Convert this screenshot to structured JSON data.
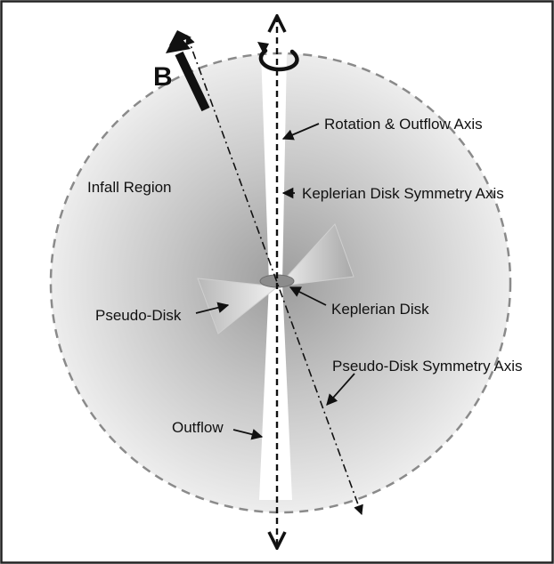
{
  "labels": {
    "b_field": "B",
    "infall_region": "Infall Region",
    "rotation_outflow_axis": "Rotation & Outflow Axis",
    "keplerian_symmetry_axis": "Keplerian Disk Symmetry Axis",
    "keplerian_disk": "Keplerian Disk",
    "pseudo_disk": "Pseudo-Disk",
    "pseudo_disk_symmetry_axis": "Pseudo-Disk Symmetry Axis",
    "outflow": "Outflow"
  },
  "colors": {
    "frame": "#222222",
    "envelope_edge": "#8a8a8a",
    "envelope_center": "#9e9e9e",
    "envelope_outer": "#efefef",
    "outflow_cavity": "#ffffff",
    "keplerian_disk": "#8c8c8c",
    "arrow": "#111111"
  },
  "icons": {
    "rotation": "curved-rotation-arrow-icon",
    "b_field": "thick-arrow-icon"
  }
}
